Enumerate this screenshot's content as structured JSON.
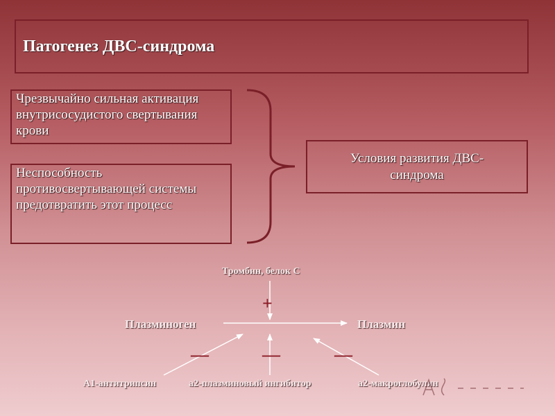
{
  "title": "Патогенез ДВС-синдрома",
  "conditions": [
    "Чрезвычайно сильная активация внутрисосудистого свертывания крови",
    "Неспособность противосвертывающей системы предотвратить этот процесс"
  ],
  "result": "Условия развития ДВС-синдрома",
  "scheme": {
    "activator": "Тромбин, белок С",
    "plus_sign": "+",
    "substrate": "Плазминоген",
    "product": "Плазмин",
    "minus_sign": "—",
    "inhibitors": [
      "А1-антитрипсин",
      "а2-плазминовый ингибитор",
      "а2-макроглобулин"
    ]
  },
  "colors": {
    "box_border": "#7a1f28",
    "sign_color": "#8b1a25",
    "line_color": "#ffffff"
  }
}
